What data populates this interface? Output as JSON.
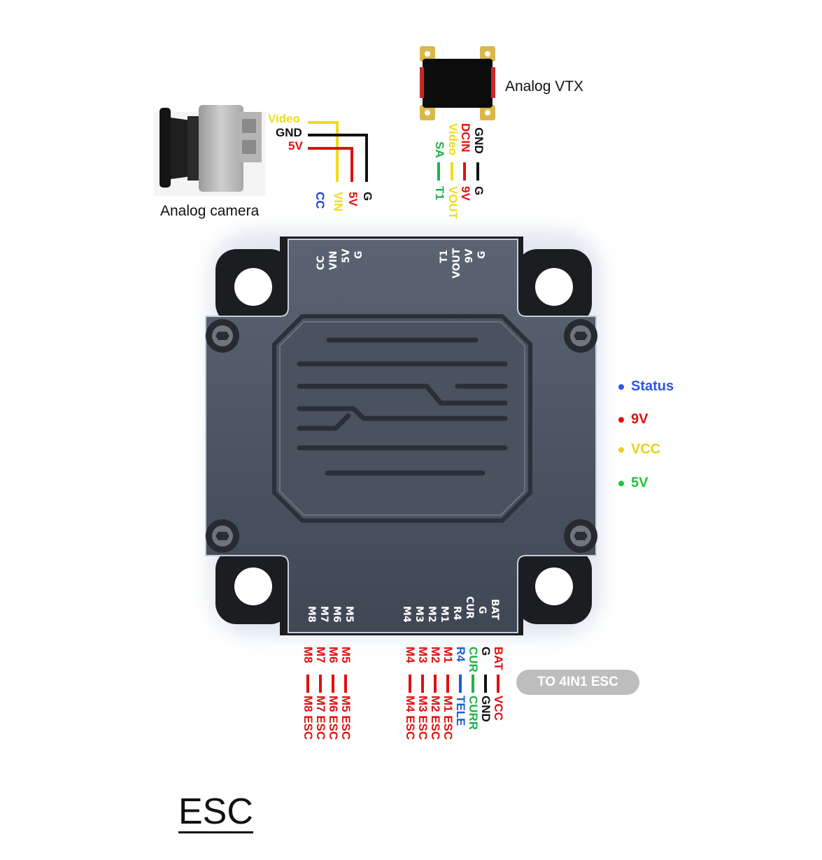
{
  "camera": {
    "caption": "Analog camera",
    "wire_labels": [
      "Video",
      "GND",
      "5V"
    ],
    "wire_colors": [
      "#f0dc1a",
      "#111111",
      "#e01010"
    ],
    "pin_labels": [
      "G",
      "5V",
      "VIN",
      "CC"
    ],
    "pin_colors": [
      "#111111",
      "#e01010",
      "#f0dc1a",
      "#1a3be0"
    ]
  },
  "vtx": {
    "caption": "Analog VTX",
    "pins": [
      {
        "left": "GND",
        "right": "G",
        "color": "#111111"
      },
      {
        "left": "DCIN",
        "right": "9V",
        "color": "#e01010"
      },
      {
        "left": "Video",
        "right": "VOUT",
        "color": "#f0dc1a"
      },
      {
        "left": "SA",
        "right": "T1",
        "color": "#22b04a"
      }
    ]
  },
  "board": {
    "top_left_pads": [
      "CC",
      "VIN",
      "5V",
      "G"
    ],
    "top_right_pads": [
      "T1",
      "VOUT",
      "9V",
      "G"
    ],
    "bottom_left_pads": [
      "M8",
      "M7",
      "M6",
      "M5"
    ],
    "bottom_right_pads": [
      "M4",
      "M3",
      "M2",
      "M1",
      "R4",
      "CUR",
      "G",
      "BAT"
    ]
  },
  "leds": [
    {
      "label": "Status",
      "color": "#2f54e6"
    },
    {
      "label": "9V",
      "color": "#e01010"
    },
    {
      "label": "VCC",
      "color": "#e6d21a"
    },
    {
      "label": "5V",
      "color": "#22c43a"
    }
  ],
  "esc_left": [
    {
      "pad": "M5",
      "target": "M5 ESC",
      "color": "#e01010"
    },
    {
      "pad": "M6",
      "target": "M6 ESC",
      "color": "#e01010"
    },
    {
      "pad": "M7",
      "target": "M7 ESC",
      "color": "#e01010"
    },
    {
      "pad": "M8",
      "target": "M8 ESC",
      "color": "#e01010"
    }
  ],
  "esc_right": [
    {
      "pad": "BAT",
      "target": "VCC",
      "color": "#e01010"
    },
    {
      "pad": "G",
      "target": "GND",
      "color": "#111111"
    },
    {
      "pad": "CUR",
      "target": "CURR",
      "color": "#22b04a"
    },
    {
      "pad": "R4",
      "target": "TELE",
      "color": "#1a5fd0"
    },
    {
      "pad": "M1",
      "target": "M1 ESC",
      "color": "#e01010"
    },
    {
      "pad": "M2",
      "target": "M2 ESC",
      "color": "#e01010"
    },
    {
      "pad": "M3",
      "target": "M3 ESC",
      "color": "#e01010"
    },
    {
      "pad": "M4",
      "target": "M4 ESC",
      "color": "#e01010"
    }
  ],
  "badge": "TO 4IN1 ESC",
  "footer_title": "ESC"
}
